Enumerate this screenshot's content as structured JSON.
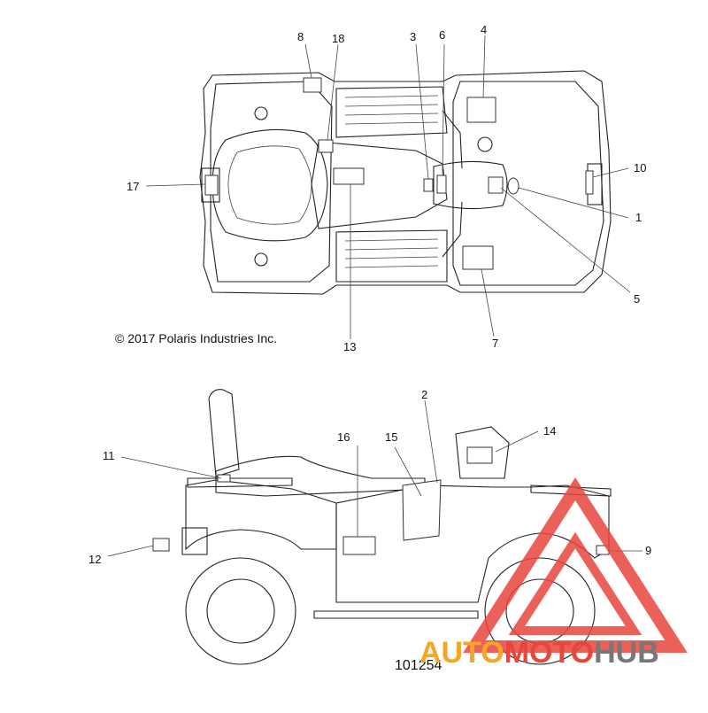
{
  "copyright": "© 2017  Polaris Industries Inc.",
  "figure_number": "101254",
  "watermark": {
    "part1": "AUTO",
    "part2": "MOTO",
    "part3": "HUB",
    "color_orange": "#f5a623",
    "color_red": "#e8453c",
    "color_grey": "#777777"
  },
  "top_view_callouts": [
    {
      "id": "8",
      "label": "8"
    },
    {
      "id": "18",
      "label": "18"
    },
    {
      "id": "3",
      "label": "3"
    },
    {
      "id": "6",
      "label": "6"
    },
    {
      "id": "4",
      "label": "4"
    },
    {
      "id": "10",
      "label": "10"
    },
    {
      "id": "17",
      "label": "17"
    },
    {
      "id": "1",
      "label": "1"
    },
    {
      "id": "5",
      "label": "5"
    },
    {
      "id": "13",
      "label": "13"
    },
    {
      "id": "7",
      "label": "7"
    }
  ],
  "side_view_callouts": [
    {
      "id": "2",
      "label": "2"
    },
    {
      "id": "14",
      "label": "14"
    },
    {
      "id": "16",
      "label": "16"
    },
    {
      "id": "15",
      "label": "15"
    },
    {
      "id": "11",
      "label": "11"
    },
    {
      "id": "12",
      "label": "12"
    },
    {
      "id": "9",
      "label": "9"
    }
  ]
}
